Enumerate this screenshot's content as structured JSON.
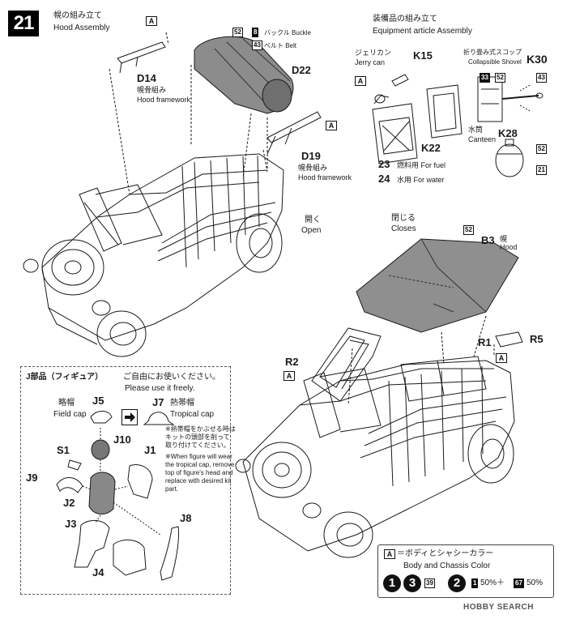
{
  "step": {
    "number": "21",
    "title_jp": "幌の組み立て",
    "title_en": "Hood Assembly"
  },
  "hood_assembly": {
    "ref_a": "A",
    "parts": {
      "d14": "D14",
      "d14_jp": "幌骨組み",
      "d14_en": "Hood framework",
      "d22": "D22",
      "d19": "D19",
      "d19_jp": "幌骨組み",
      "d19_en": "Hood framework"
    },
    "color_refs": {
      "n52": "52",
      "n8": "8",
      "n43": "43"
    },
    "buckle_label": "バックル Buckle",
    "belt_label": "ベルト Belt",
    "open_jp": "開く",
    "open_en": "Open",
    "closes_jp": "閉じる",
    "closes_en": "Closes",
    "b3": "B3",
    "b3_jp": "幌",
    "b3_en": "Hood",
    "b3_ref": "52",
    "r1": "R1",
    "r2": "R2",
    "r5": "R5"
  },
  "equipment": {
    "title_jp": "装備品の組み立て",
    "title_en": "Equipment article Assembly",
    "jerry_jp": "ジェリカン",
    "jerry_en": "Jerry can",
    "k15": "K15",
    "k22": "K22",
    "shovel_jp": "折り畳み式スコップ",
    "shovel_en": "Collapsible Shovel",
    "k30": "K30",
    "shovel_refs": [
      "33",
      "52",
      "43"
    ],
    "canteen_jp": "水筒",
    "canteen_en": "Canteen",
    "k28": "K28",
    "canteen_refs": [
      "52",
      "21"
    ],
    "fuel_num": "23",
    "fuel_label": "燃料用 For fuel",
    "water_num": "24",
    "water_label": "水用 For water"
  },
  "figures": {
    "title_jp": "J部品（フィギュア）",
    "free_jp": "ご自由にお使いください。",
    "free_en": "Please use it freely.",
    "field_cap_jp": "略帽",
    "field_cap_en": "Field cap",
    "tropical_jp": "熱帯帽",
    "tropical_en": "Tropical cap",
    "note_jp_1": "※熱帯帽をかぶせる時は",
    "note_jp_2": "キットの頭部を削って",
    "note_jp_3": "取り付けてください。",
    "note_en_1": "※When figure will wear",
    "note_en_2": "the tropical cap, remove",
    "note_en_3": "top of figure's head and",
    "note_en_4": "replace with desired kit",
    "note_en_5": "part.",
    "parts": [
      "J5",
      "J7",
      "J10",
      "S1",
      "J1",
      "J9",
      "J2",
      "J3",
      "J8",
      "J4"
    ]
  },
  "colors": {
    "ref": "A",
    "label_jp": "＝ボディとシャシーカラー",
    "label_en": "Body and Chassis Color",
    "paint1": "1",
    "paint3": "3",
    "paint39": "39",
    "paint2": "2",
    "mix1": "1",
    "mix1_pct": "50%＋",
    "mix67": "67",
    "mix67_pct": "50%"
  },
  "watermark": "HOBBY SEARCH",
  "palette": {
    "ink": "#1a1a1a",
    "paper": "#ffffff",
    "hood_fill": "#9a9a9a"
  }
}
